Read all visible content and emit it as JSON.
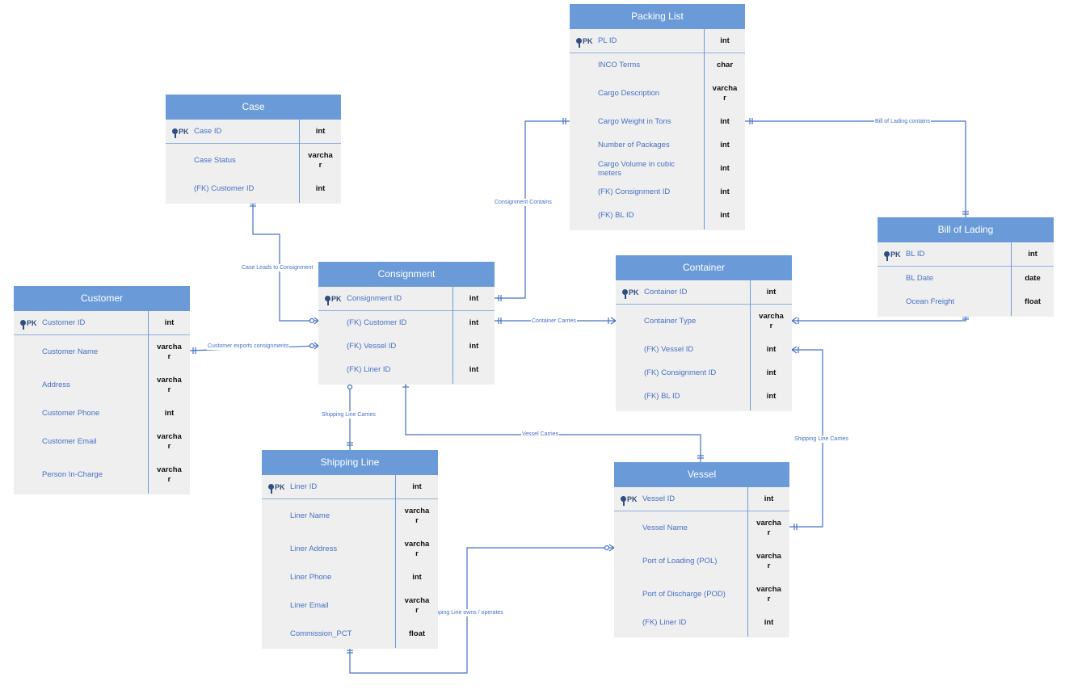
{
  "tables": {
    "packing_list": {
      "title": "Packing List",
      "fields": [
        {
          "pk": "PK",
          "name": "PL ID",
          "type": "int"
        },
        {
          "name": "INCO Terms",
          "type": "char"
        },
        {
          "name": "Cargo Description",
          "type": "varcha\nr"
        },
        {
          "name": "Cargo Weight in Tons",
          "type": "int"
        },
        {
          "name": "Number of Packages",
          "type": "int"
        },
        {
          "name": "Cargo Volume in cubic meters",
          "type": "int"
        },
        {
          "name": "(FK) Consignment ID",
          "type": "int"
        },
        {
          "name": "(FK) BL ID",
          "type": "int"
        }
      ]
    },
    "case": {
      "title": "Case",
      "fields": [
        {
          "pk": "PK",
          "name": "Case ID",
          "type": "int"
        },
        {
          "name": "Case Status",
          "type": "varcha\nr"
        },
        {
          "name": "(FK) Customer ID",
          "type": "int"
        }
      ]
    },
    "consignment": {
      "title": "Consignment",
      "fields": [
        {
          "pk": "PK",
          "name": "Consignment ID",
          "type": "int"
        },
        {
          "name": "(FK) Customer ID",
          "type": "int"
        },
        {
          "name": "(FK) Vessel ID",
          "type": "int"
        },
        {
          "name": "(FK) Liner ID",
          "type": "int"
        }
      ]
    },
    "container": {
      "title": "Container",
      "fields": [
        {
          "pk": "PK",
          "name": "Container ID",
          "type": "int"
        },
        {
          "name": "Container Type",
          "type": "varcha\nr"
        },
        {
          "name": "(FK) Vessel ID",
          "type": "int"
        },
        {
          "name": "(FK) Consignment ID",
          "type": "int"
        },
        {
          "name": "(FK) BL ID",
          "type": "int"
        }
      ]
    },
    "bill_of_lading": {
      "title": "Bill of Lading",
      "fields": [
        {
          "pk": "PK",
          "name": "BL ID",
          "type": "int"
        },
        {
          "name": "BL Date",
          "type": "date"
        },
        {
          "name": "Ocean Freight",
          "type": "float"
        }
      ]
    },
    "customer": {
      "title": "Customer",
      "fields": [
        {
          "pk": "PK",
          "name": "Customer ID",
          "type": "int"
        },
        {
          "name": "Customer Name",
          "type": "varcha\nr"
        },
        {
          "name": "Address",
          "type": "varcha\nr"
        },
        {
          "name": "Customer Phone",
          "type": "int"
        },
        {
          "name": "Customer Email",
          "type": "varcha\nr"
        },
        {
          "name": "Person In-Charge",
          "type": "varcha\nr"
        }
      ]
    },
    "shipping_line": {
      "title": "Shipping Line",
      "fields": [
        {
          "pk": "PK",
          "name": "Liner ID",
          "type": "int"
        },
        {
          "name": "Liner Name",
          "type": "varcha\nr"
        },
        {
          "name": "Liner Address",
          "type": "varcha\nr"
        },
        {
          "name": "Liner Phone",
          "type": "int"
        },
        {
          "name": "Liner Email",
          "type": "varcha\nr"
        },
        {
          "name": "Commission_PCT",
          "type": "float"
        }
      ]
    },
    "vessel": {
      "title": "Vessel",
      "fields": [
        {
          "pk": "PK",
          "name": "Vessel ID",
          "type": "int"
        },
        {
          "name": "Vessel Name",
          "type": "varcha\nr"
        },
        {
          "name": "Port of Loading (POL)",
          "type": "varcha\nr"
        },
        {
          "name": "Port of Discharge (POD)",
          "type": "varcha\nr"
        },
        {
          "name": "(FK) Liner ID",
          "type": "int"
        }
      ]
    }
  },
  "relationships": {
    "consignment_contains": "Consignment Contains",
    "bill_of_lading_contains": "Bill of Lading contains",
    "case_leads_to_consignment": "Case Leads to Consignment",
    "container_carries": "Container Carries",
    "customer_exports_consignments": "Customer exports consignments",
    "shipping_line_carries_1": "Shipping Line Carries",
    "vessel_carries": "Vessel Carries",
    "shipping_line_carries_2": "Shipping Line Carries",
    "shipping_line_owns_operates": "Shipping Line owns / operates"
  },
  "colors": {
    "header": "#6a9bd8",
    "line": "#4472c4",
    "body": "#efefef"
  },
  "icons": {
    "primary_key": "key-icon"
  }
}
